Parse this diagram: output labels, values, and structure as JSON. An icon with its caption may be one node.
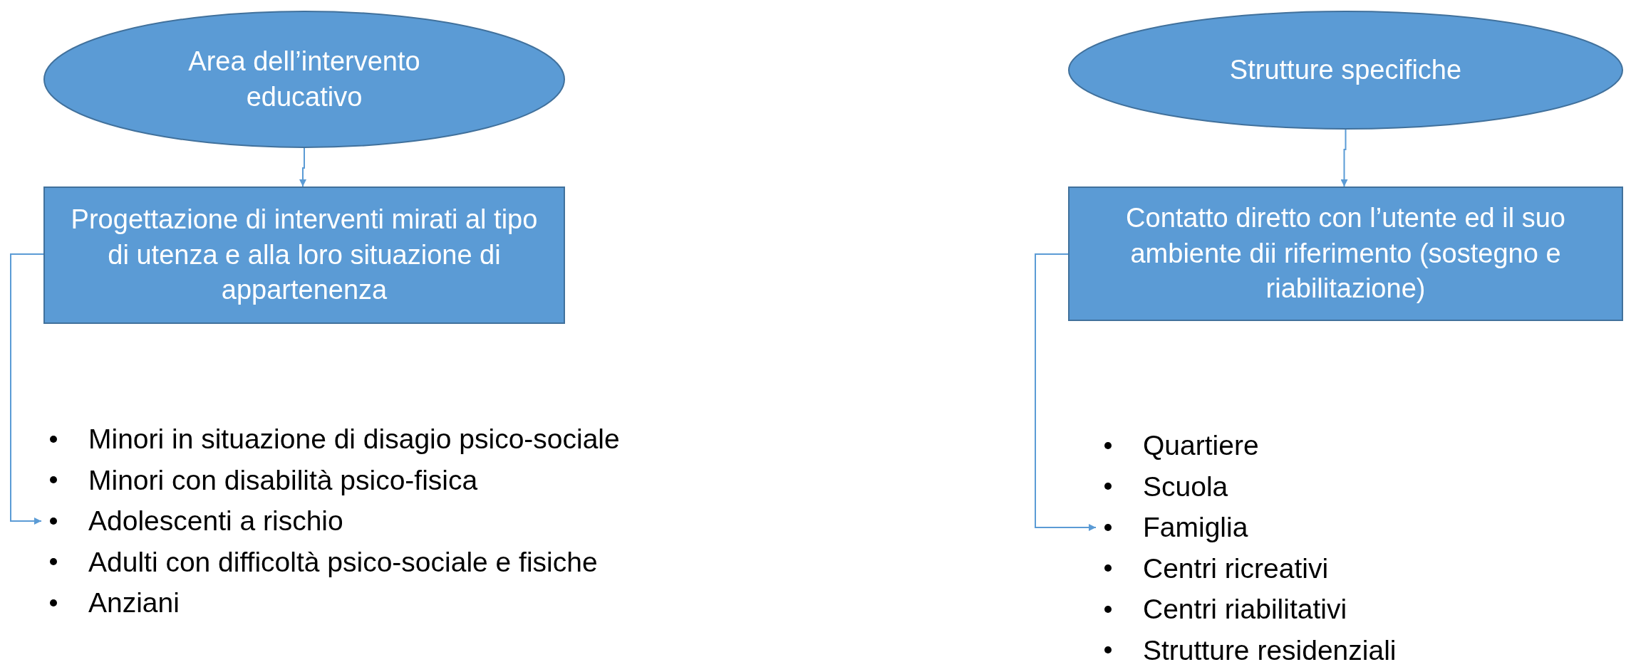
{
  "diagram": {
    "nodes": [
      {
        "text": [
          "Area dell’intervento educativo"
        ]
      },
      {
        "text": [
          "Progettazione di interventi mirati al tipo di utenza e alla loro situazione di appartenenza"
        ]
      },
      {
        "text": [
          "Minori in situazione di disagio psico-sociale",
          "Minori con disabilità psico-fisica",
          "Adolescenti a rischio",
          "Adulti con difficoltà psico-sociale e fisiche",
          "Anziani"
        ]
      },
      {
        "text": [
          "Strutture specifiche"
        ]
      },
      {
        "text": [
          "Contatto diretto con l’utente ed il suo ambiente dii riferimento (sostegno e riabilitazione)"
        ]
      },
      {
        "text": [
          "Quartiere",
          "Scuola",
          "Famiglia",
          "Centri ricreativi",
          "Centri riabilitativi",
          "Strutture residenziali"
        ]
      }
    ],
    "edges": [
      {
        "from": 0,
        "to": 1,
        "arrow": "to"
      },
      {
        "from": 1,
        "to": 2,
        "arrow": "to"
      },
      {
        "from": 3,
        "to": 4,
        "arrow": "to"
      },
      {
        "from": 4,
        "to": 5,
        "arrow": "to"
      }
    ]
  }
}
